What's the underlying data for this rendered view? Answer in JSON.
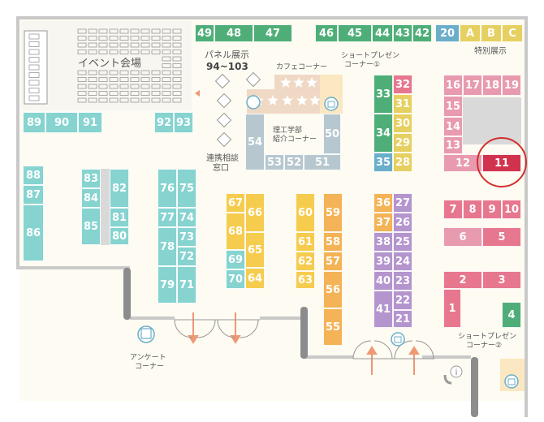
{
  "labels": {
    "event_hall": "イベント会場",
    "panel_title": "パネル展示",
    "panel_numbers": "94~103",
    "cafe": "カフェコーナー",
    "short_presen_1_line1": "ショートプレゼン",
    "short_presen_1_line2": "コーナー①",
    "special_exhibit": "特別展示",
    "science_dept_line1": "理工学部",
    "science_dept_line2": "紹介コーナー",
    "consult_line1": "連携相談",
    "consult_line2": "窓口",
    "short_presen_2_line1": "ショートプレゼン",
    "short_presen_2_line2": "コーナー②",
    "survey_line1": "アンケート",
    "survey_line2": "コーナー"
  },
  "icons": {
    "info": "info-icon",
    "presenter": "presenter-icon",
    "entry_arrow": "arrow-icon",
    "highlight": "circle-highlight"
  },
  "highlighted_booth": "11",
  "colors": {
    "highlight_circle": "#d32f2f",
    "highlight_booth": "#d1334e",
    "arrow": "#ee9874"
  },
  "booths": [
    {
      "id": "49",
      "label": "49",
      "color": "green"
    },
    {
      "id": "48",
      "label": "48",
      "color": "green"
    },
    {
      "id": "47",
      "label": "47",
      "color": "green"
    },
    {
      "id": "46",
      "label": "46",
      "color": "green"
    },
    {
      "id": "45",
      "label": "45",
      "color": "green"
    },
    {
      "id": "44",
      "label": "44",
      "color": "green"
    },
    {
      "id": "43",
      "label": "43",
      "color": "green"
    },
    {
      "id": "42",
      "label": "42",
      "color": "green"
    },
    {
      "id": "20",
      "label": "20",
      "color": "blue"
    },
    {
      "id": "A",
      "label": "A",
      "color": "gold"
    },
    {
      "id": "B",
      "label": "B",
      "color": "gold"
    },
    {
      "id": "C",
      "label": "C",
      "color": "gold"
    },
    {
      "id": "89",
      "label": "89",
      "color": "teal"
    },
    {
      "id": "90",
      "label": "90",
      "color": "teal"
    },
    {
      "id": "91",
      "label": "91",
      "color": "teal"
    },
    {
      "id": "92",
      "label": "92",
      "color": "teal"
    },
    {
      "id": "93",
      "label": "93",
      "color": "teal"
    },
    {
      "id": "88",
      "label": "88",
      "color": "teal"
    },
    {
      "id": "87",
      "label": "87",
      "color": "teal"
    },
    {
      "id": "86",
      "label": "86",
      "color": "teal"
    },
    {
      "id": "83",
      "label": "83",
      "color": "teal"
    },
    {
      "id": "84",
      "label": "84",
      "color": "teal"
    },
    {
      "id": "85",
      "label": "85",
      "color": "teal"
    },
    {
      "id": "82",
      "label": "82",
      "color": "teal"
    },
    {
      "id": "81",
      "label": "81",
      "color": "teal"
    },
    {
      "id": "80",
      "label": "80",
      "color": "teal"
    },
    {
      "id": "76",
      "label": "76",
      "color": "teal"
    },
    {
      "id": "75",
      "label": "75",
      "color": "teal"
    },
    {
      "id": "77",
      "label": "77",
      "color": "teal"
    },
    {
      "id": "74",
      "label": "74",
      "color": "teal"
    },
    {
      "id": "78",
      "label": "78",
      "color": "teal"
    },
    {
      "id": "73",
      "label": "73",
      "color": "teal"
    },
    {
      "id": "72",
      "label": "72",
      "color": "teal"
    },
    {
      "id": "79",
      "label": "79",
      "color": "teal"
    },
    {
      "id": "71",
      "label": "71",
      "color": "teal"
    },
    {
      "id": "54",
      "label": "54",
      "color": "gray"
    },
    {
      "id": "53",
      "label": "53",
      "color": "gray"
    },
    {
      "id": "52",
      "label": "52",
      "color": "gray"
    },
    {
      "id": "51",
      "label": "51",
      "color": "gray"
    },
    {
      "id": "50",
      "label": "50",
      "color": "gray"
    },
    {
      "id": "67",
      "label": "67",
      "color": "yellow"
    },
    {
      "id": "66",
      "label": "66",
      "color": "yellow"
    },
    {
      "id": "68",
      "label": "68",
      "color": "yellow"
    },
    {
      "id": "65",
      "label": "65",
      "color": "yellow"
    },
    {
      "id": "69",
      "label": "69",
      "color": "teal"
    },
    {
      "id": "70",
      "label": "70",
      "color": "teal"
    },
    {
      "id": "64",
      "label": "64",
      "color": "yellow"
    },
    {
      "id": "60",
      "label": "60",
      "color": "yellow"
    },
    {
      "id": "61",
      "label": "61",
      "color": "yellow"
    },
    {
      "id": "62",
      "label": "62",
      "color": "yellow"
    },
    {
      "id": "63",
      "label": "63",
      "color": "yellow"
    },
    {
      "id": "59",
      "label": "59",
      "color": "orange"
    },
    {
      "id": "58",
      "label": "58",
      "color": "orange"
    },
    {
      "id": "57",
      "label": "57",
      "color": "orange"
    },
    {
      "id": "56",
      "label": "56",
      "color": "orange"
    },
    {
      "id": "55",
      "label": "55",
      "color": "orange"
    },
    {
      "id": "33",
      "label": "33",
      "color": "green"
    },
    {
      "id": "32",
      "label": "32",
      "color": "dpink"
    },
    {
      "id": "31",
      "label": "31",
      "color": "gold"
    },
    {
      "id": "34",
      "label": "34",
      "color": "green"
    },
    {
      "id": "30",
      "label": "30",
      "color": "gold"
    },
    {
      "id": "29",
      "label": "29",
      "color": "gold"
    },
    {
      "id": "35",
      "label": "35",
      "color": "blue"
    },
    {
      "id": "28",
      "label": "28",
      "color": "gold"
    },
    {
      "id": "36",
      "label": "36",
      "color": "orange"
    },
    {
      "id": "27",
      "label": "27",
      "color": "purple"
    },
    {
      "id": "37",
      "label": "37",
      "color": "orange"
    },
    {
      "id": "26",
      "label": "26",
      "color": "purple"
    },
    {
      "id": "38",
      "label": "38",
      "color": "purple"
    },
    {
      "id": "25",
      "label": "25",
      "color": "purple"
    },
    {
      "id": "39",
      "label": "39",
      "color": "purple"
    },
    {
      "id": "24",
      "label": "24",
      "color": "purple"
    },
    {
      "id": "40",
      "label": "40",
      "color": "purple"
    },
    {
      "id": "23",
      "label": "23",
      "color": "purple"
    },
    {
      "id": "41",
      "label": "41",
      "color": "purple"
    },
    {
      "id": "22",
      "label": "22",
      "color": "purple"
    },
    {
      "id": "21",
      "label": "21",
      "color": "purple"
    },
    {
      "id": "16",
      "label": "16",
      "color": "pink"
    },
    {
      "id": "17",
      "label": "17",
      "color": "pink"
    },
    {
      "id": "18",
      "label": "18",
      "color": "pink"
    },
    {
      "id": "19",
      "label": "19",
      "color": "pink"
    },
    {
      "id": "15",
      "label": "15",
      "color": "pink"
    },
    {
      "id": "14",
      "label": "14",
      "color": "pink"
    },
    {
      "id": "13",
      "label": "13",
      "color": "pink"
    },
    {
      "id": "12",
      "label": "12",
      "color": "pink"
    },
    {
      "id": "11",
      "label": "11",
      "color": "red"
    },
    {
      "id": "7",
      "label": "7",
      "color": "dpink"
    },
    {
      "id": "8",
      "label": "8",
      "color": "dpink"
    },
    {
      "id": "9",
      "label": "9",
      "color": "dpink"
    },
    {
      "id": "10",
      "label": "10",
      "color": "dpink"
    },
    {
      "id": "6",
      "label": "6",
      "color": "pink"
    },
    {
      "id": "5",
      "label": "5",
      "color": "dpink"
    },
    {
      "id": "2",
      "label": "2",
      "color": "dpink"
    },
    {
      "id": "3",
      "label": "3",
      "color": "dpink"
    },
    {
      "id": "1",
      "label": "1",
      "color": "dpink"
    },
    {
      "id": "4",
      "label": "4",
      "color": "green"
    }
  ]
}
